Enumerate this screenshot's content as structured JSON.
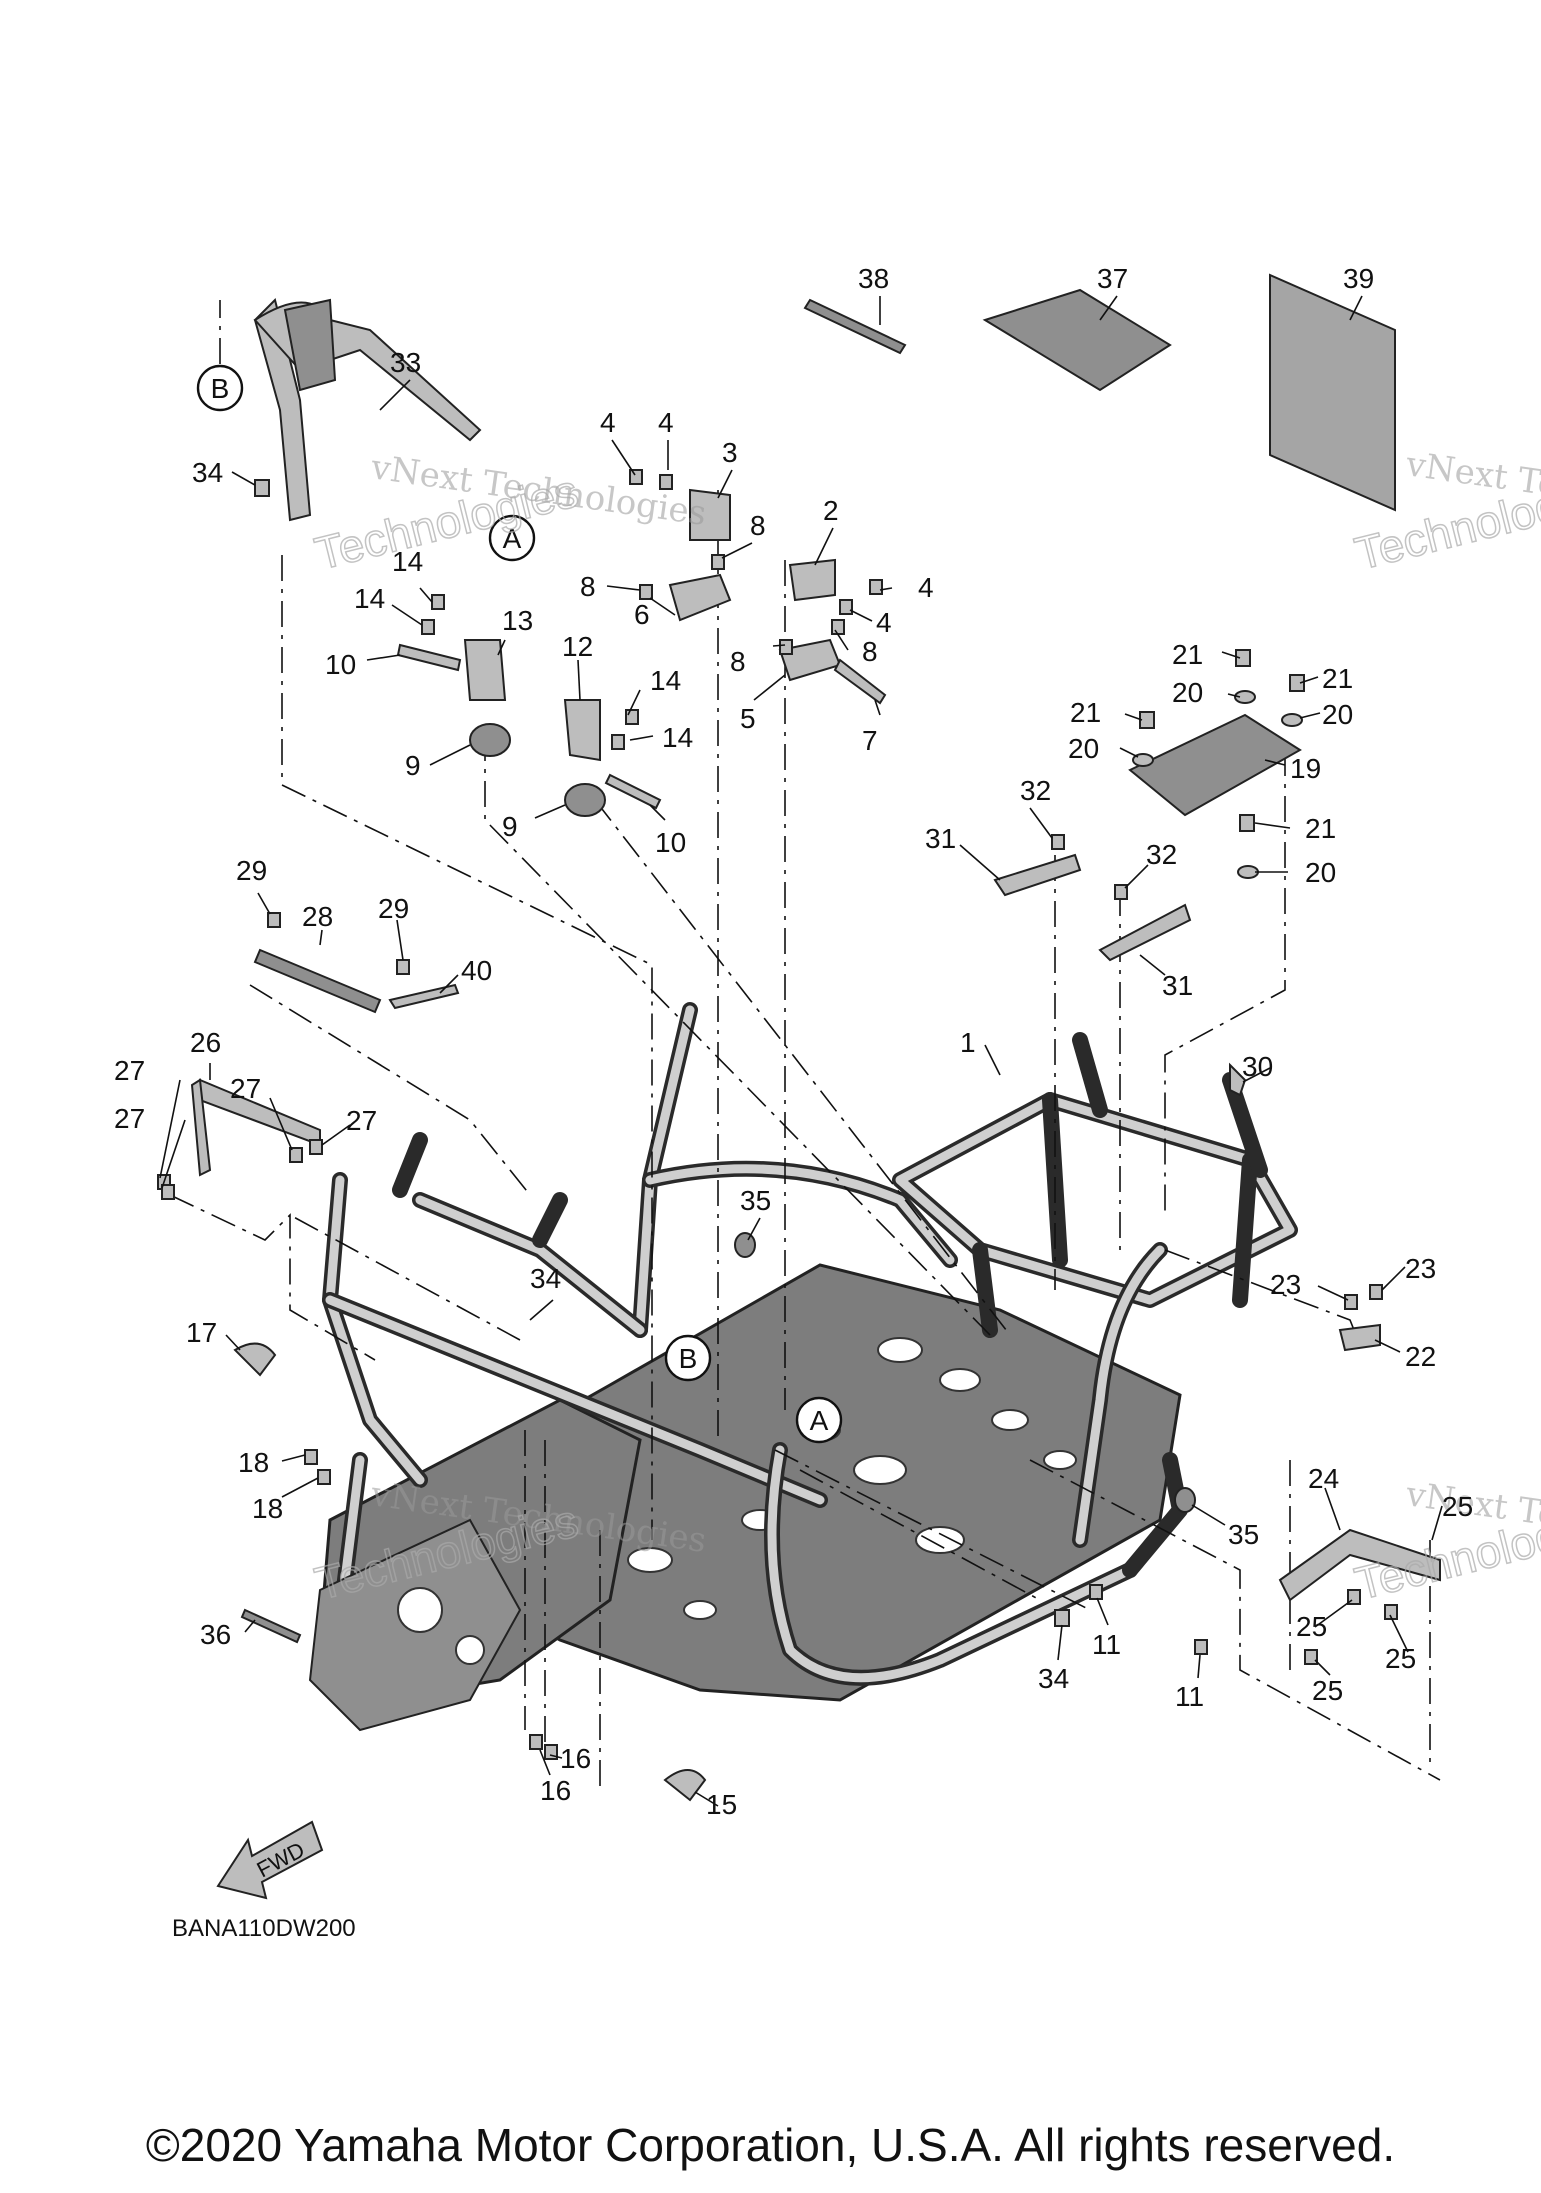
{
  "diagram": {
    "drawing_code": "BANA110DW200",
    "fwd_label": "FWD",
    "reference_markers": [
      "A",
      "B"
    ],
    "watermarks": [
      "vNext Technologies",
      "Technologies"
    ],
    "callouts": {
      "c1": "1",
      "c2": "2",
      "c3": "3",
      "c4": "4",
      "c5": "5",
      "c6": "6",
      "c7": "7",
      "c8": "8",
      "c9": "9",
      "c10": "10",
      "c11": "11",
      "c12": "12",
      "c13": "13",
      "c14": "14",
      "c15": "15",
      "c16": "16",
      "c17": "17",
      "c18": "18",
      "c19": "19",
      "c20": "20",
      "c21": "21",
      "c22": "22",
      "c23": "23",
      "c24": "24",
      "c25": "25",
      "c26": "26",
      "c27": "27",
      "c28": "28",
      "c29": "29",
      "c30": "30",
      "c31": "31",
      "c32": "32",
      "c33": "33",
      "c34": "34",
      "c35": "35",
      "c36": "36",
      "c37": "37",
      "c38": "38",
      "c39": "39",
      "c40": "40"
    }
  },
  "footer": {
    "copyright": "©2020 Yamaha Motor Corporation, U.S.A. All rights reserved."
  }
}
